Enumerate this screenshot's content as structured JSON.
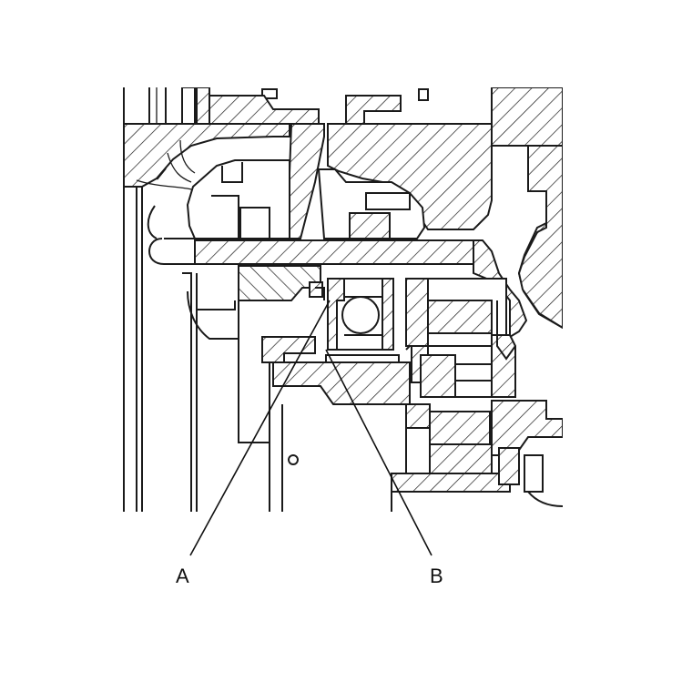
{
  "diagram": {
    "callouts": [
      {
        "id": "A",
        "label": "A"
      },
      {
        "id": "B",
        "label": "B"
      }
    ],
    "colors": {
      "line": "#1a1a1a",
      "background": "#ffffff"
    }
  }
}
